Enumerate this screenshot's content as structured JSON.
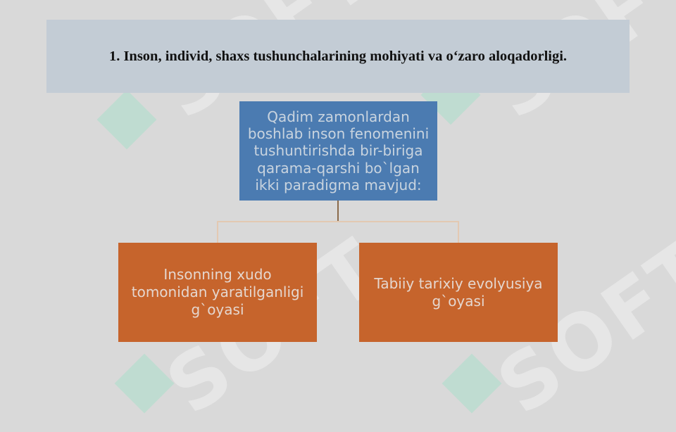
{
  "slide": {
    "title": "1. Inson, individ, shaxs tushunchalarining mohiyati va o‘zaro aloqadorligi."
  },
  "diagram": {
    "root": {
      "text": "Qadim zamonlardan boshlab inson fenomenini tushuntirishda bir-biriga qarama-qarshi bo`lgan ikki paradigma mavjud:"
    },
    "children": [
      {
        "text": "Insonning xudo tomonidan yaratilganligi g`oyasi"
      },
      {
        "text": "Tabiiy tarixiy evolyusiya g`oyasi"
      }
    ]
  },
  "watermark": {
    "text": "SOFT"
  },
  "colors": {
    "background": "#d9d9d9",
    "title_band": "#c3ccd5",
    "root_box": "#4b7bb1",
    "child_box": "#c6642c",
    "connector": "#e3c9b2"
  }
}
